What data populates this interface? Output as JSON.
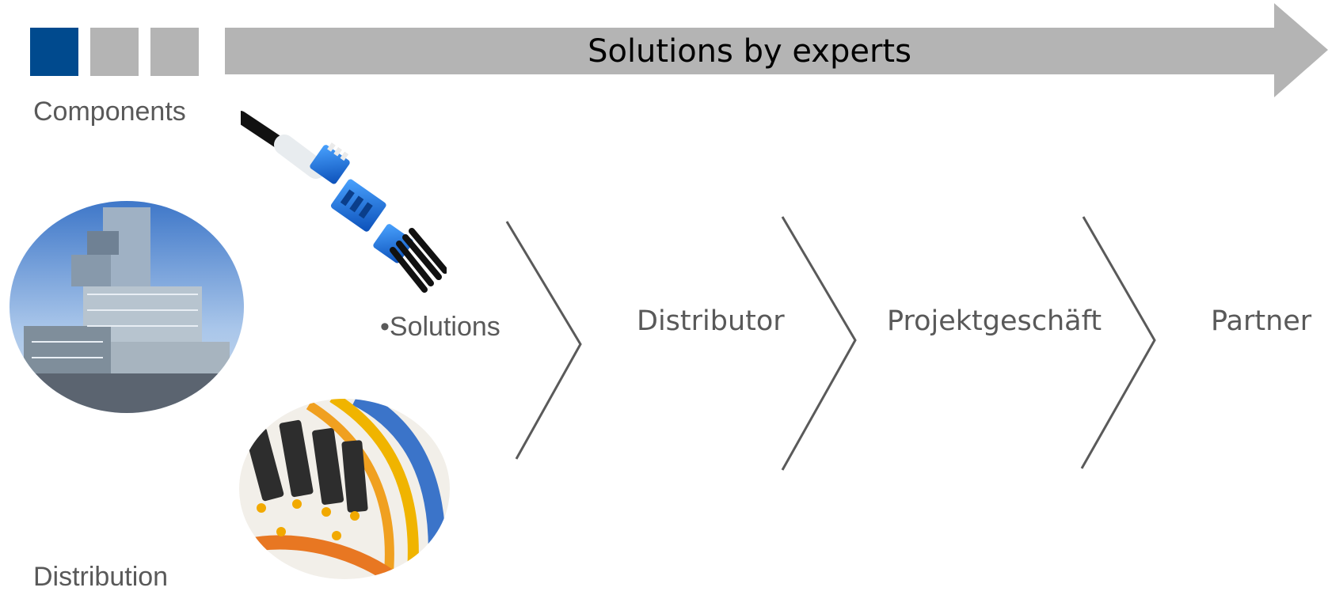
{
  "header": {
    "title": "Solutions by experts",
    "squares": [
      "#004a8e",
      "#b4b4b4",
      "#b4b4b4"
    ],
    "arrow_color": "#b4b4b4"
  },
  "labels": {
    "components": "Components",
    "solutions": "•Solutions",
    "distribution": "Distribution"
  },
  "flow": {
    "steps": [
      "Distributor",
      "Projektgeschäft",
      "Partner"
    ],
    "chevron_color": "#5a5a5a"
  },
  "images": [
    "fiber-optic-connector-photo",
    "office-building-photo",
    "fiber-cables-photo"
  ]
}
